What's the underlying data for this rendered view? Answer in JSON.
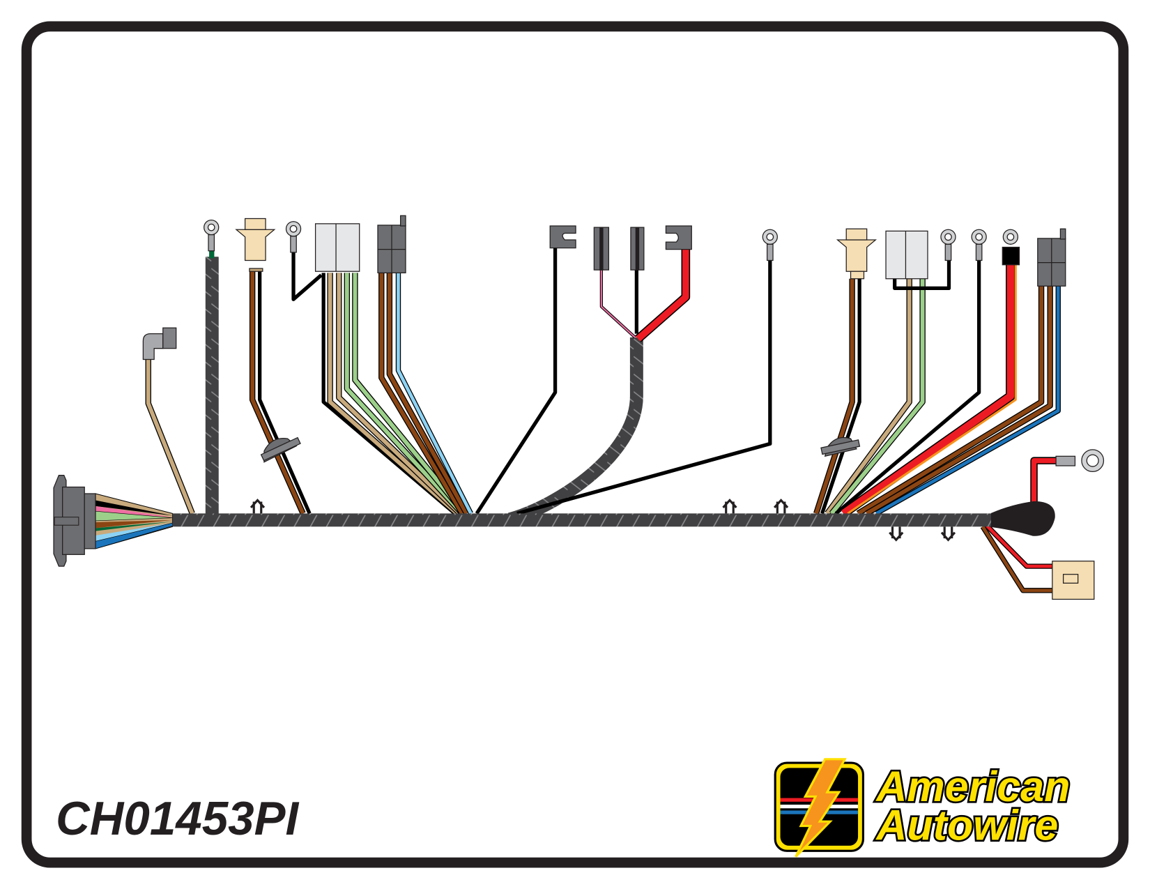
{
  "part_number": "CH01453PI",
  "logo": {
    "line1": "American",
    "line2": "Autowire"
  },
  "colors": {
    "frame": "#231f20",
    "loom": "#404041",
    "connector_grey": "#6d6e71",
    "connector_tan": "#f5deb3",
    "wire_red": "#ed1c24",
    "wire_brown": "#8b4513",
    "wire_tan": "#c8aa7d",
    "wire_green": "#9cd08a",
    "wire_blue": "#1b75bc",
    "wire_lightblue": "#8dd3f5",
    "wire_orange": "#f7941d",
    "logo_yellow": "#ffe100"
  }
}
